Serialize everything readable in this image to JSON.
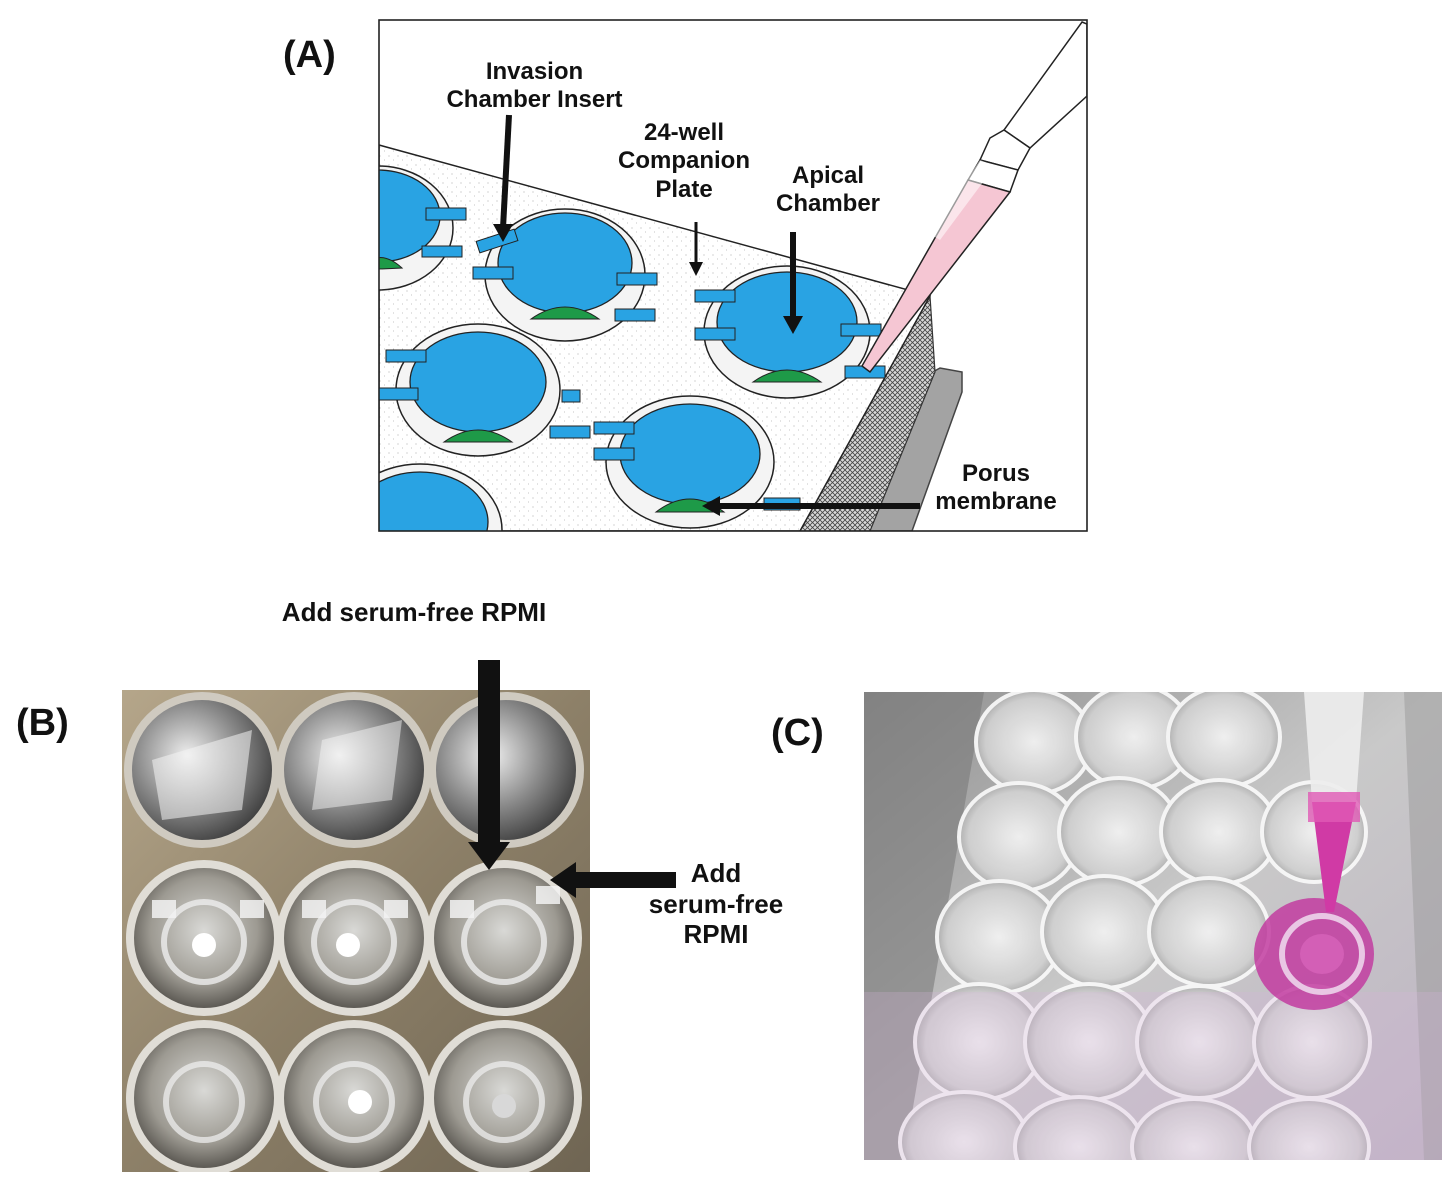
{
  "panels": {
    "a": {
      "letter": "(A)",
      "labels": {
        "insert": "Invasion\nChamber Insert",
        "plate": "24-well\nCompanion\nPlate",
        "apical": "Apical\nChamber",
        "membrane": "Porus\nmembrane"
      }
    },
    "b": {
      "letter": "(B)",
      "labels": {
        "top": "Add serum-free RPMI",
        "side": "Add\nserum-free\nRPMI"
      }
    },
    "c": {
      "letter": "(C)"
    }
  },
  "colors": {
    "well_fill": "#29a3e3",
    "membrane_green": "#1e9a48",
    "pipette_pink": "#f5c6d3",
    "medium_magenta": "#c23ca0"
  }
}
